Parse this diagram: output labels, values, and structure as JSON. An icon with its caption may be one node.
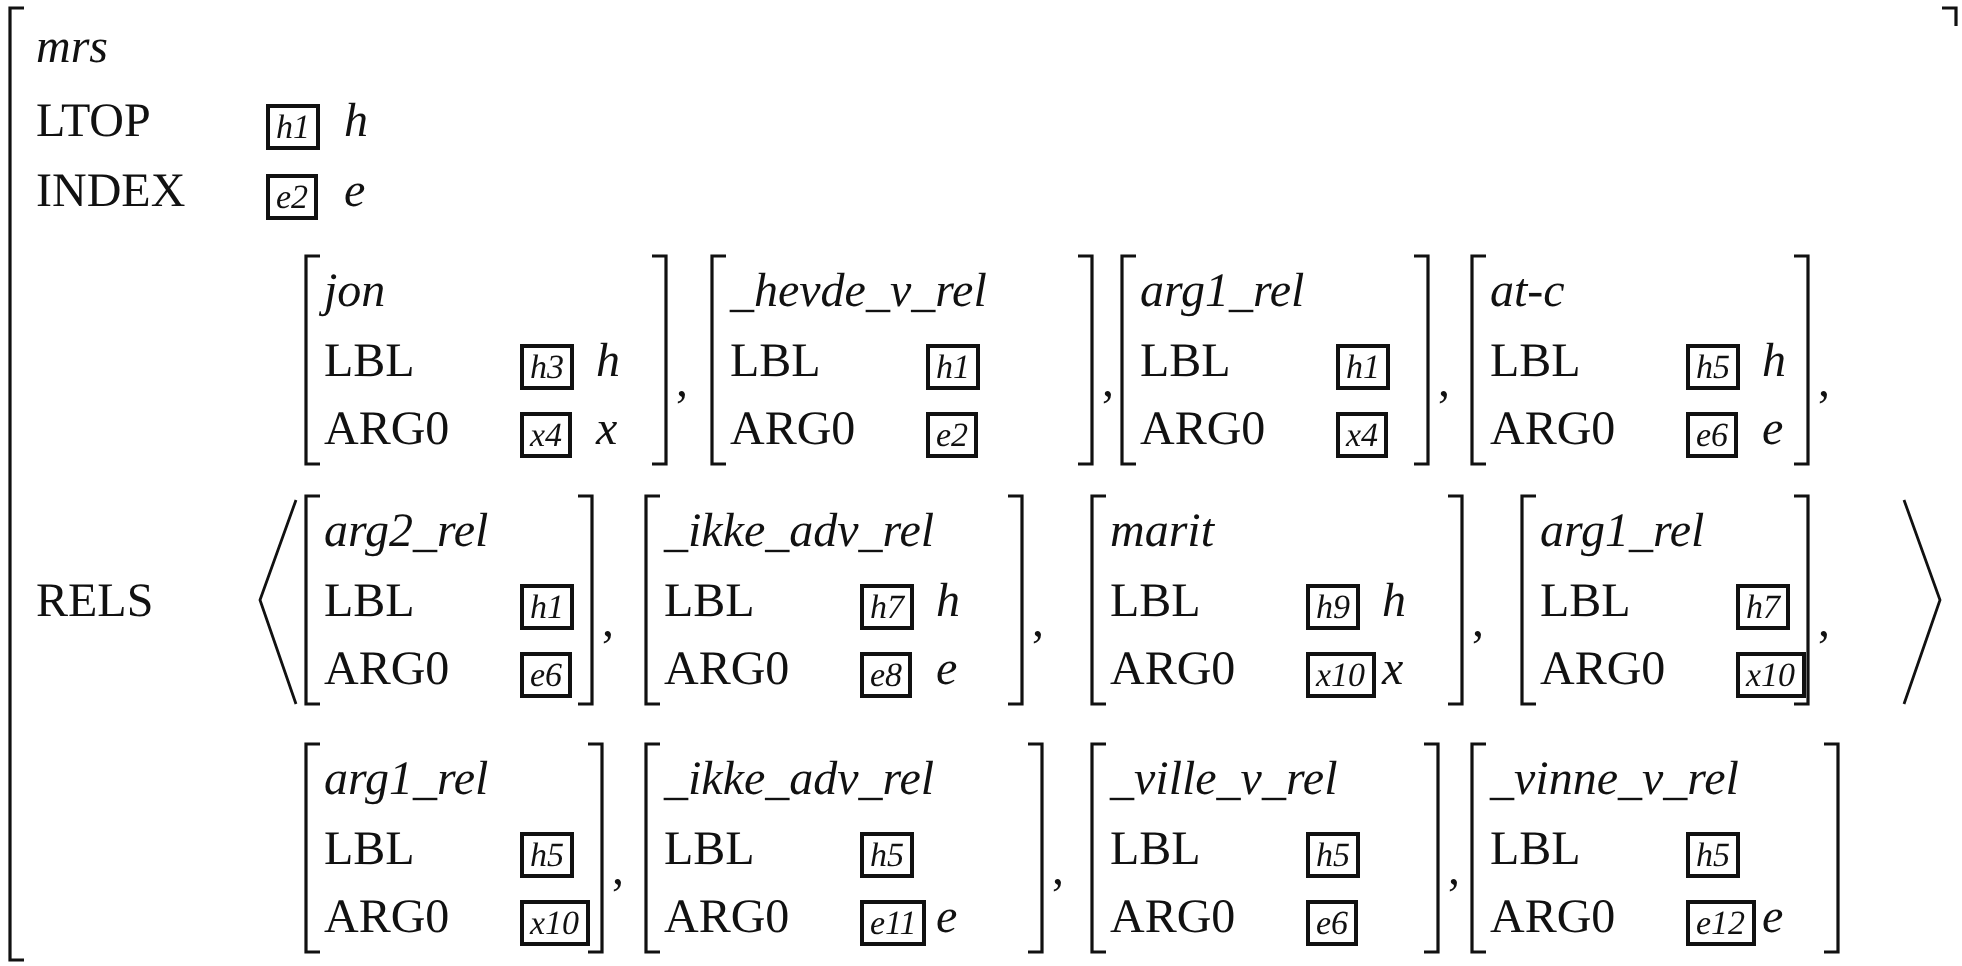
{
  "diagram": {
    "nodes": [
      {
        "text": [
          "mrs",
          "LTOP",
          "h",
          "INDEX",
          "e",
          "RELS"
        ]
      },
      {
        "text": [
          "h1"
        ],
        "in": 0
      },
      {
        "text": [
          "e2"
        ],
        "in": 0
      },
      {
        "text": [
          "jon",
          "LBL",
          "h",
          "ARG0",
          "x"
        ],
        "in": 0
      },
      {
        "text": [
          "h3"
        ],
        "in": 3
      },
      {
        "text": [
          "x4"
        ],
        "in": 3
      },
      {
        "text": [
          "_hevde_v_rel",
          "LBL",
          "ARG0"
        ],
        "in": 0
      },
      {
        "text": [
          "h1"
        ],
        "in": 6
      },
      {
        "text": [
          "e2"
        ],
        "in": 6
      },
      {
        "text": [
          "arg1_rel",
          "LBL",
          "ARG0"
        ],
        "in": 0
      },
      {
        "text": [
          "h1"
        ],
        "in": 9
      },
      {
        "text": [
          "x4"
        ],
        "in": 9
      },
      {
        "text": [
          "at-c",
          "LBL",
          "h",
          "ARG0",
          "e"
        ],
        "in": 0
      },
      {
        "text": [
          "h5"
        ],
        "in": 12
      },
      {
        "text": [
          "e6"
        ],
        "in": 12
      },
      {
        "text": [
          "arg2_rel",
          "LBL",
          "ARG0"
        ],
        "in": 0
      },
      {
        "text": [
          "h1"
        ],
        "in": 15
      },
      {
        "text": [
          "e6"
        ],
        "in": 15
      },
      {
        "text": [
          "_ikke_adv_rel",
          "LBL",
          "h",
          "ARG0",
          "e"
        ],
        "in": 0
      },
      {
        "text": [
          "h7"
        ],
        "in": 18
      },
      {
        "text": [
          "e8"
        ],
        "in": 18
      },
      {
        "text": [
          "marit",
          "LBL",
          "h",
          "ARG0",
          "x"
        ],
        "in": 0
      },
      {
        "text": [
          "h9"
        ],
        "in": 21
      },
      {
        "text": [
          "x10"
        ],
        "in": 21
      },
      {
        "text": [
          "arg1_rel",
          "LBL",
          "ARG0"
        ],
        "in": 0
      },
      {
        "text": [
          "h7"
        ],
        "in": 24
      },
      {
        "text": [
          "x10"
        ],
        "in": 24
      },
      {
        "text": [
          "arg1_rel",
          "LBL",
          "ARG0"
        ],
        "in": 0
      },
      {
        "text": [
          "h5"
        ],
        "in": 27
      },
      {
        "text": [
          "x10"
        ],
        "in": 27
      },
      {
        "text": [
          "_ikke_adv_rel",
          "LBL",
          "ARG0",
          "e"
        ],
        "in": 0
      },
      {
        "text": [
          "h5"
        ],
        "in": 30
      },
      {
        "text": [
          "e11"
        ],
        "in": 30
      },
      {
        "text": [
          "_ville_v_rel",
          "LBL",
          "ARG0"
        ],
        "in": 0
      },
      {
        "text": [
          "h5"
        ],
        "in": 33
      },
      {
        "text": [
          "e6"
        ],
        "in": 33
      },
      {
        "text": [
          "_vinne_v_rel",
          "LBL",
          "ARG0",
          "e"
        ],
        "in": 0
      },
      {
        "text": [
          "h5"
        ],
        "in": 36
      },
      {
        "text": [
          "e12"
        ],
        "in": 36
      }
    ],
    "labels": [
      ",",
      ",",
      ",",
      ",",
      ",",
      ",",
      ",",
      ",",
      ",",
      ",",
      ","
    ]
  }
}
